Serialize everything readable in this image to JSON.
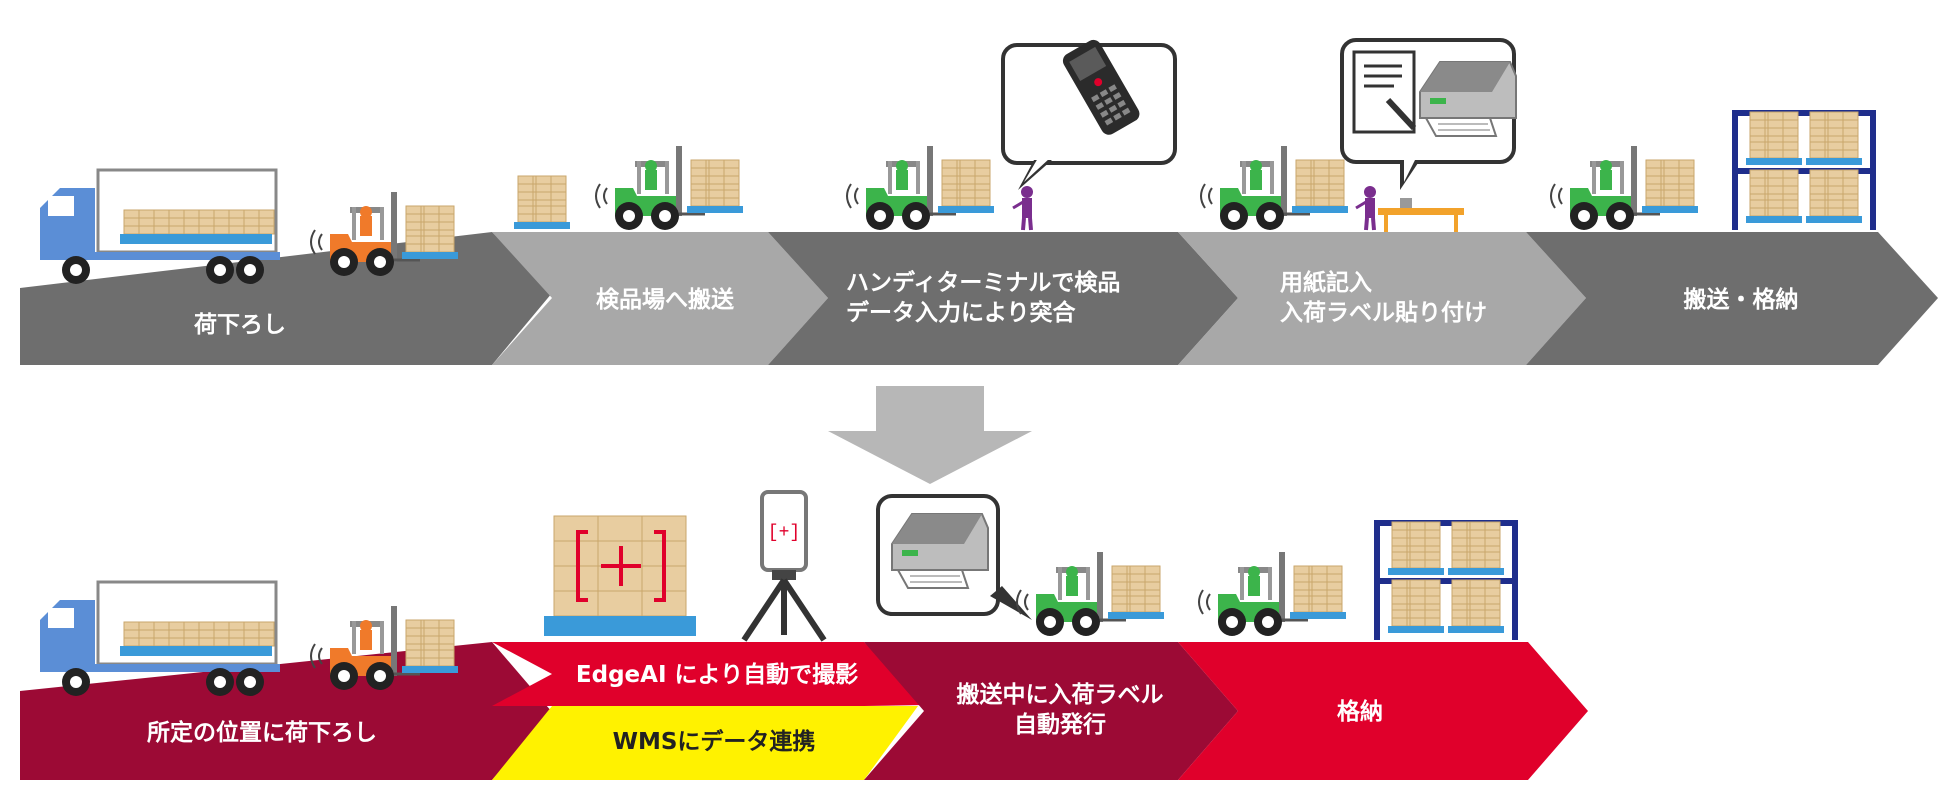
{
  "before_flow": {
    "steps": [
      {
        "lines": [
          "荷下ろし"
        ]
      },
      {
        "lines": [
          "検品場へ搬送"
        ]
      },
      {
        "lines": [
          "ハンディターミナルで検品",
          "データ入力により突合"
        ]
      },
      {
        "lines": [
          "用紙記入",
          "入荷ラベル貼り付け"
        ]
      },
      {
        "lines": [
          "搬送・格納"
        ]
      }
    ]
  },
  "after_flow": {
    "steps": [
      {
        "lines": [
          "所定の位置に荷下ろし"
        ]
      },
      {
        "lines": [
          "EdgeAI により自動で撮影"
        ]
      },
      {
        "lines": [
          "WMSにデータ連携"
        ]
      },
      {
        "lines": [
          "搬送中に入荷ラベル",
          "自動発行"
        ]
      },
      {
        "lines": [
          "格納"
        ]
      }
    ]
  },
  "colors": {
    "before_dark": "#6e6e6e",
    "before_light": "#a8a8a8",
    "after_dark": "#9c0a35",
    "after_red": "#e0002b",
    "after_yellow": "#fff200",
    "arrow_gray": "#b7b7b7",
    "truck_blue": "#5b8ed6",
    "forklift_green": "#3cb44b",
    "forklift_orange": "#f07a2a",
    "box_tan": "#e8cda0",
    "pallet_blue": "#3a9ad9",
    "rack_navy": "#1f2e8c"
  }
}
